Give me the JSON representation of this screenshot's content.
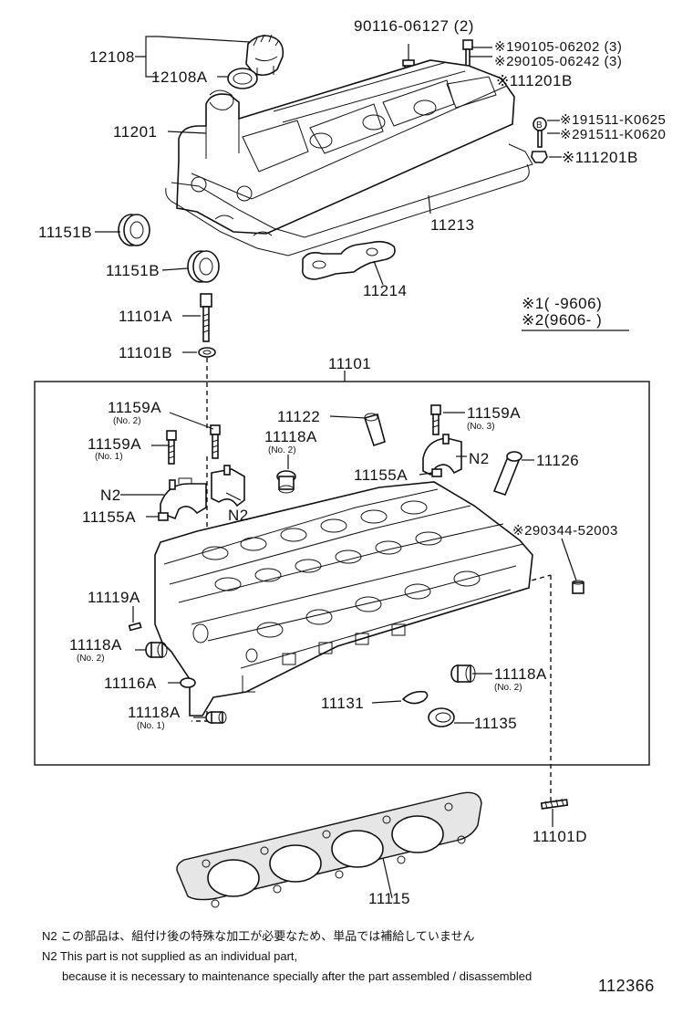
{
  "labels": {
    "p12108": "12108",
    "p12108a": "12108A",
    "p90116": "90116-06127 (2)",
    "p90105a": "※190105-06202 (3)",
    "p90105b": "※290105-06242 (3)",
    "p111201b_1": "※111201B",
    "p11201": "11201",
    "p91511a": "※191511-K0625",
    "p91511b": "※291511-K0620",
    "p111201b_2": "※111201B",
    "p11151b_1": "11151B",
    "p11213": "11213",
    "p11151b_2": "11151B",
    "p11214": "11214",
    "legend1": "※1(      -9606)",
    "legend2": "※2(9606-       )",
    "p11101a": "11101A",
    "p11101b": "11101B",
    "p11101": "11101",
    "p11159a_1": "11159A",
    "p11159a_1_sub": "(No. 2)",
    "p11122": "11122",
    "p11159a_2": "11159A",
    "p11159a_2_sub": "(No. 3)",
    "p11159a_3": "11159A",
    "p11159a_3_sub": "(No. 1)",
    "p11118a_1": "11118A",
    "p11118a_1_sub": "(No. 2)",
    "n2_a": "N2",
    "p11126": "11126",
    "p11155a_1": "11155A",
    "n2_b": "N2",
    "n2_c": "N2",
    "p11155a_2": "11155A",
    "p90344": "※290344-52003",
    "p11119a": "11119A",
    "p11118a_2": "11118A",
    "p11118a_2_sub": "(No. 2)",
    "p11116a": "11116A",
    "p11118a_3": "11118A",
    "p11118a_3_sub": "(No. 2)",
    "p11131": "11131",
    "p11118a_4": "11118A",
    "p11118a_4_sub": "(No. 1)",
    "p11135": "11135",
    "p11101d": "11101D",
    "p11115": "11115"
  },
  "notes": {
    "jp": "N2  この部品は、組付け後の特殊な加工が必要なため、単品では補給していません",
    "en1": "N2  This part is not supplied as an individual part,",
    "en2": "because it is necessary to maintenance specially after the part assembled / disassembled"
  },
  "figure_number": "112366"
}
